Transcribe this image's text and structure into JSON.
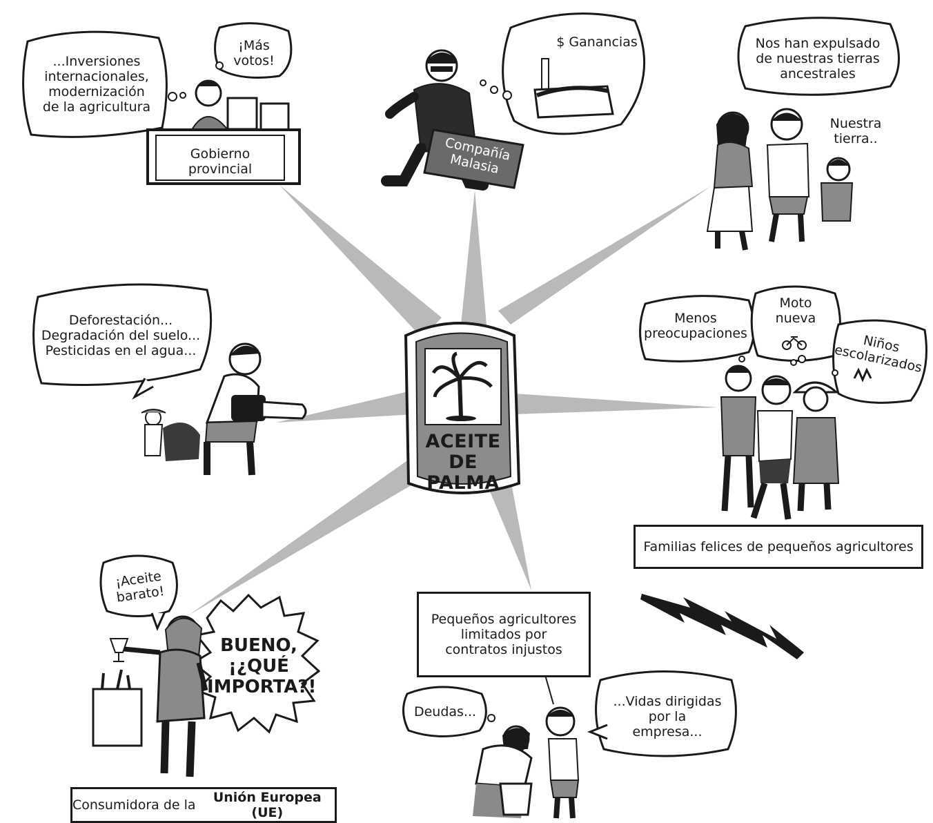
{
  "center": {
    "can_label_line1": "ACEITE",
    "can_label_line2": "DE PALMA"
  },
  "government": {
    "thought": "...Inversiones\ninternacionales,\nmodernización\nde la agricultura",
    "thought2": "¡Más\nvotos!",
    "desk_label": "Gobierno\nprovincial"
  },
  "company": {
    "thought": "$ Ganancias",
    "briefcase_label": "Compañía\nMalasia"
  },
  "indigenous": {
    "thought": "Nos han expulsado\nde nuestras tierras\nancestrales",
    "speech": "Nuestra\ntierra.."
  },
  "deforestation": {
    "speech": "Deforestación...\nDegradación del suelo...\nPesticidas en el agua..."
  },
  "happy_families": {
    "thought1": "Menos\npreocupaciones",
    "thought2": "Moto\nnueva",
    "thought3": "Niños\nescolarizados",
    "caption": "Familias felices de pequeños agricultores"
  },
  "consumer": {
    "speech": "¡Aceite\nbarato!",
    "shout": "BUENO,\n¡¿QUÉ\nIMPORTA?!",
    "caption_prefix": "Consumidora de la ",
    "caption_bold": "Unión Europea (UE)"
  },
  "smallholders": {
    "caption": "Pequeños agricultores\nlimitados por\ncontratos injustos",
    "speech1": "Deudas...",
    "speech2": "...Vidas dirigidas\npor la\nempresa..."
  }
}
